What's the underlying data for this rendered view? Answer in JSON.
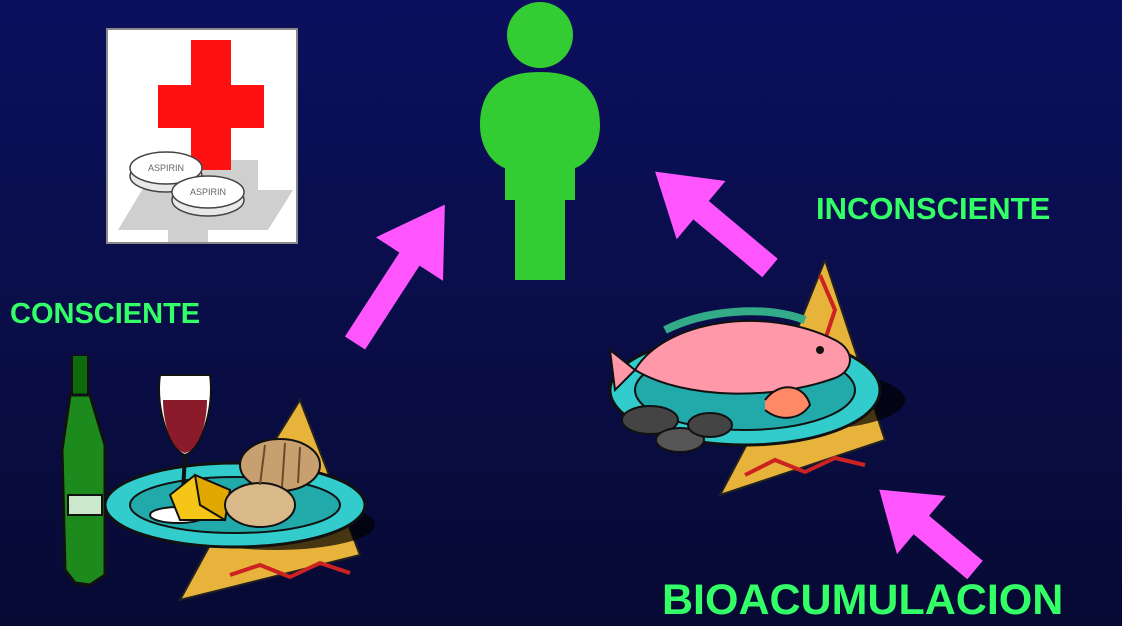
{
  "labels": {
    "consciente": "CONSCIENTE",
    "inconsciente": "INCONSCIENTE",
    "bioacumulacion": "BIOACUMULACION"
  },
  "pill_text": "ASPIRIN",
  "colors": {
    "background": "#0b0f5e",
    "label_text": "#33ff66",
    "person": "#33cc33",
    "arrow": "#ff55ff",
    "cross": "#ff1111"
  },
  "icons": [
    "medicine-icon",
    "person-icon",
    "wine-cheese-bread-icon",
    "seafood-platter-icon",
    "arrow-icon"
  ]
}
